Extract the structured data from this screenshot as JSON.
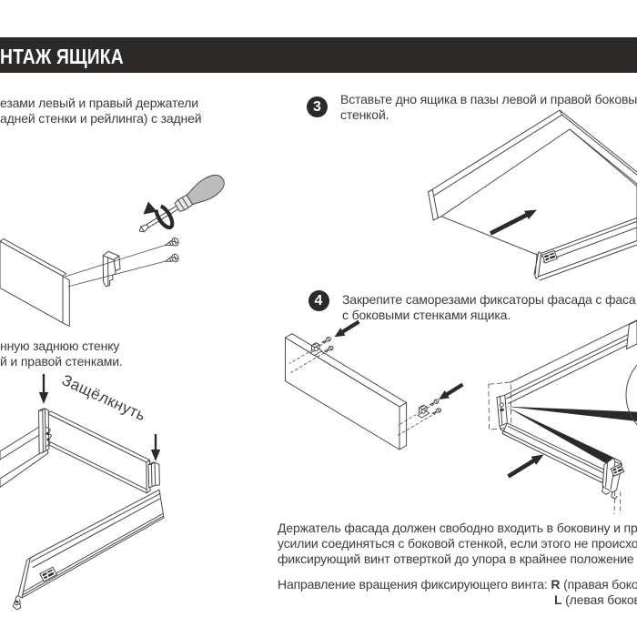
{
  "header": {
    "title": "НТАЖ ЯЩИКА",
    "bar_color": "#2b2a29",
    "text_color": "#ffffff"
  },
  "colors": {
    "body_text": "#3c3c3b",
    "line_art": "#4a4948",
    "accent_black": "#2b2a29",
    "handle_gray": "#bcbcbb",
    "background": "#ffffff"
  },
  "left_column": {
    "step1_lines": [
      "езами левый и правый держатели",
      "адней стенки и рейлинга) с задней"
    ],
    "step2_lines": [
      "нную заднюю стенку",
      "й и правой стенками."
    ],
    "snap_label": "Защёлкнуть"
  },
  "steps": {
    "step3": {
      "number": "3",
      "lines": [
        "Вставьте дно ящика в пазы левой и правой боковы",
        "стенкой."
      ]
    },
    "step4": {
      "number": "4",
      "lines": [
        "Закрепите саморезами фиксаторы фасада с фаса",
        "с боковыми стенками ящика."
      ]
    }
  },
  "notes": {
    "paragraph_lines": [
      "Держатель фасада должен свободно входить в боковину и пр",
      "усилии соединяться с боковой стенкой, если этого не происхо",
      "фиксирующий винт отверткой до упора в крайнее положение"
    ],
    "direction_label": "Направление вращения фиксирующего винта: ",
    "right_symbol": "R",
    "right_text": " (правая боко",
    "left_symbol": "L",
    "left_text": " (левая боков"
  }
}
